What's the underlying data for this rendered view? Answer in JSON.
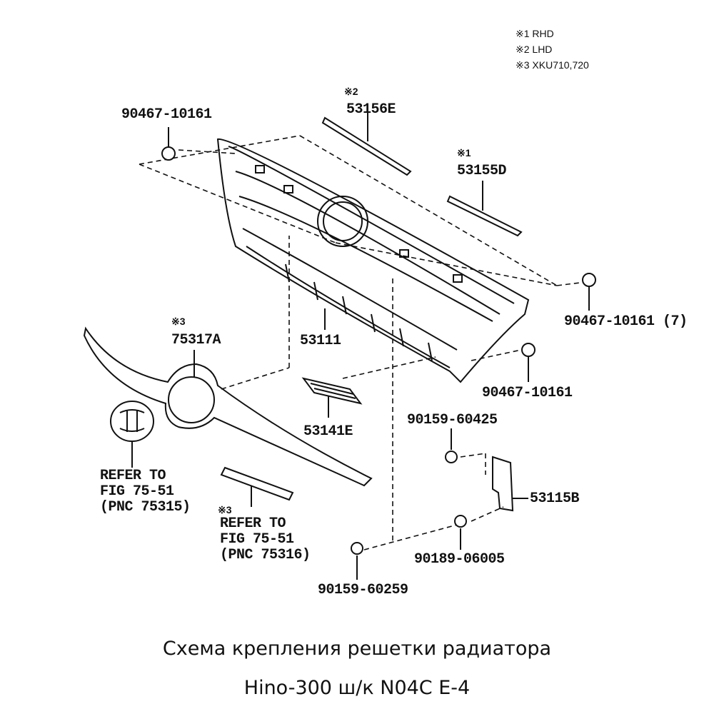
{
  "legend": [
    "※1 RHD",
    "※2 LHD",
    "※3 XKU710,720"
  ],
  "parts": {
    "clip_top_left": "90467-10161",
    "molding_lhd_mark": "※2",
    "molding_lhd": "53156E",
    "molding_rhd_mark": "※1",
    "molding_rhd": "53155D",
    "clip_right": "90467-10161 (7)",
    "garnish_mark": "※3",
    "garnish": "75317A",
    "grille": "53111",
    "clip_lower_right": "90467-10161",
    "screw_upper": "90159-60425",
    "grille_insert": "53141E",
    "bracket": "53115B",
    "screw_lower_right": "90189-06005",
    "screw_bottom": "90159-60259"
  },
  "refer_emblem": [
    "REFER TO",
    "FIG 75-51",
    "(PNC 75315)"
  ],
  "refer_nameplate_mark": "※3",
  "refer_nameplate": [
    "REFER TO",
    "FIG 75-51",
    "(PNC 75316)"
  ],
  "caption": {
    "line1": "Схема крепления решетки радиатора",
    "line2": "Hino-300 ш/к N04C E-4"
  }
}
